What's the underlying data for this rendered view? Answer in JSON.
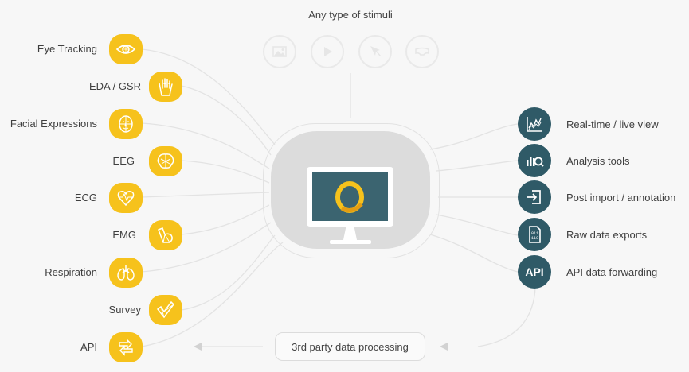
{
  "title": "Any type of stimuli",
  "stimuli": [
    {
      "icon": "image-icon"
    },
    {
      "icon": "play-icon"
    },
    {
      "icon": "cursor-icon"
    },
    {
      "icon": "vr-headset-icon"
    }
  ],
  "inputs": [
    {
      "label": "Eye Tracking",
      "icon": "eye-icon"
    },
    {
      "label": "EDA / GSR",
      "icon": "hand-icon"
    },
    {
      "label": "Facial Expressions",
      "icon": "face-icon"
    },
    {
      "label": "EEG",
      "icon": "brain-icon"
    },
    {
      "label": "ECG",
      "icon": "heart-icon"
    },
    {
      "label": "EMG",
      "icon": "arm-icon"
    },
    {
      "label": "Respiration",
      "icon": "lungs-icon"
    },
    {
      "label": "Survey",
      "icon": "checkmark-icon"
    },
    {
      "label": "API",
      "icon": "api-arrows-icon"
    }
  ],
  "outputs": [
    {
      "label": "Real-time / live view",
      "icon": "live-chart-icon"
    },
    {
      "label": "Analysis tools",
      "icon": "analysis-icon"
    },
    {
      "label": "Post import / annotation",
      "icon": "import-icon"
    },
    {
      "label": "Raw data exports",
      "icon": "binary-file-icon"
    },
    {
      "label": "API data forwarding",
      "icon": "api-text-icon",
      "text": "API"
    }
  ],
  "processing": "3rd party data processing",
  "colors": {
    "sensor": "#f6c21c",
    "output": "#2f5a67",
    "hub": "#dcdcdc",
    "screen": "#3b6470"
  }
}
